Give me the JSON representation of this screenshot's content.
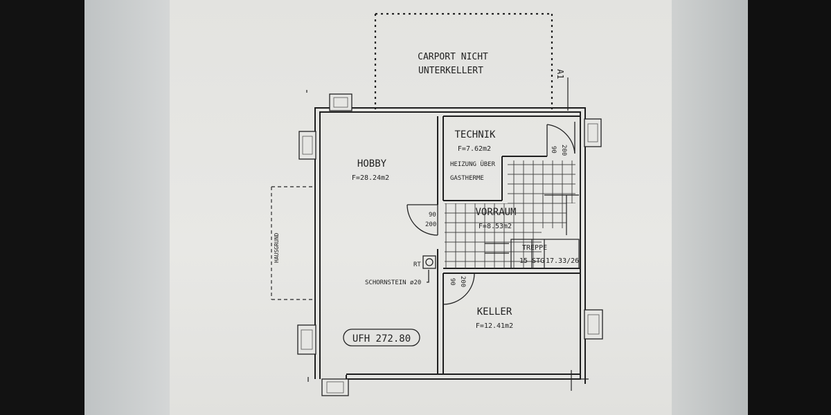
{
  "carport": {
    "line1": "CARPORT NICHT",
    "line2": "UNTERKELLERT"
  },
  "section_mark": "A1",
  "rooms": {
    "hobby": {
      "name": "HOBBY",
      "area": "F=28.24m2"
    },
    "technik": {
      "name": "TECHNIK",
      "area": "F=7.62m2",
      "note1": "HEIZUNG ÜBER",
      "note2": "GASTHERME"
    },
    "vorraum": {
      "name": "VORRAUM",
      "area": "F=8.53m2"
    },
    "keller": {
      "name": "KELLER",
      "area": "F=12.41m2"
    }
  },
  "doors": {
    "technik_door": {
      "width": "90",
      "height": "200"
    },
    "hobby_door": {
      "width": "90",
      "height": "200"
    },
    "keller_door": {
      "width": "90",
      "height": "200"
    }
  },
  "stairs": {
    "label": "TREPPE",
    "steps": "15 STG",
    "ratio": "17.33/26"
  },
  "chimney": {
    "code": "RT",
    "label": "SCHORNSTEIN ø20"
  },
  "hausgrund": "HAUSGRUND",
  "ufh": "UFH 272.80",
  "colors": {
    "ink": "#1e1e1e",
    "paper": "#e6e6e3",
    "screen_bg": "#d7d9d9",
    "frame": "#101010"
  }
}
